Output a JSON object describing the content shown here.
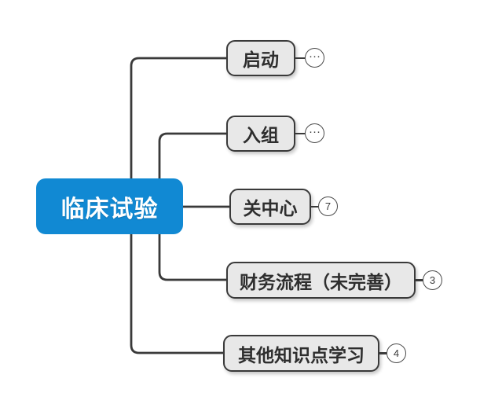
{
  "diagram": {
    "type": "mind-map",
    "title": "临床试验",
    "orientation": "left-root-right-branches",
    "colors": {
      "root_fill": "#1189d3",
      "root_text": "#ffffff",
      "branch_fill": "#e8e8e8",
      "branch_border": "#3a3a3a",
      "branch_text": "#2e2e2e",
      "connector": "#3a3a3a",
      "badge_border": "#4a4a4a",
      "canvas": "#ffffff"
    }
  },
  "root": {
    "label": "临床试验"
  },
  "branches": [
    {
      "id": "qidong",
      "label": "启动",
      "badge": "···",
      "badge_type": "collapsed"
    },
    {
      "id": "ruzu",
      "label": "入组",
      "badge": "···",
      "badge_type": "collapsed"
    },
    {
      "id": "guanzhongxin",
      "label": "关中心",
      "badge": "7",
      "badge_type": "count"
    },
    {
      "id": "caiwuliucheng",
      "label": "财务流程（未完善）",
      "badge": "3",
      "badge_type": "count"
    },
    {
      "id": "qitazhishidian",
      "label": "其他知识点学习",
      "badge": "4",
      "badge_type": "count"
    }
  ]
}
